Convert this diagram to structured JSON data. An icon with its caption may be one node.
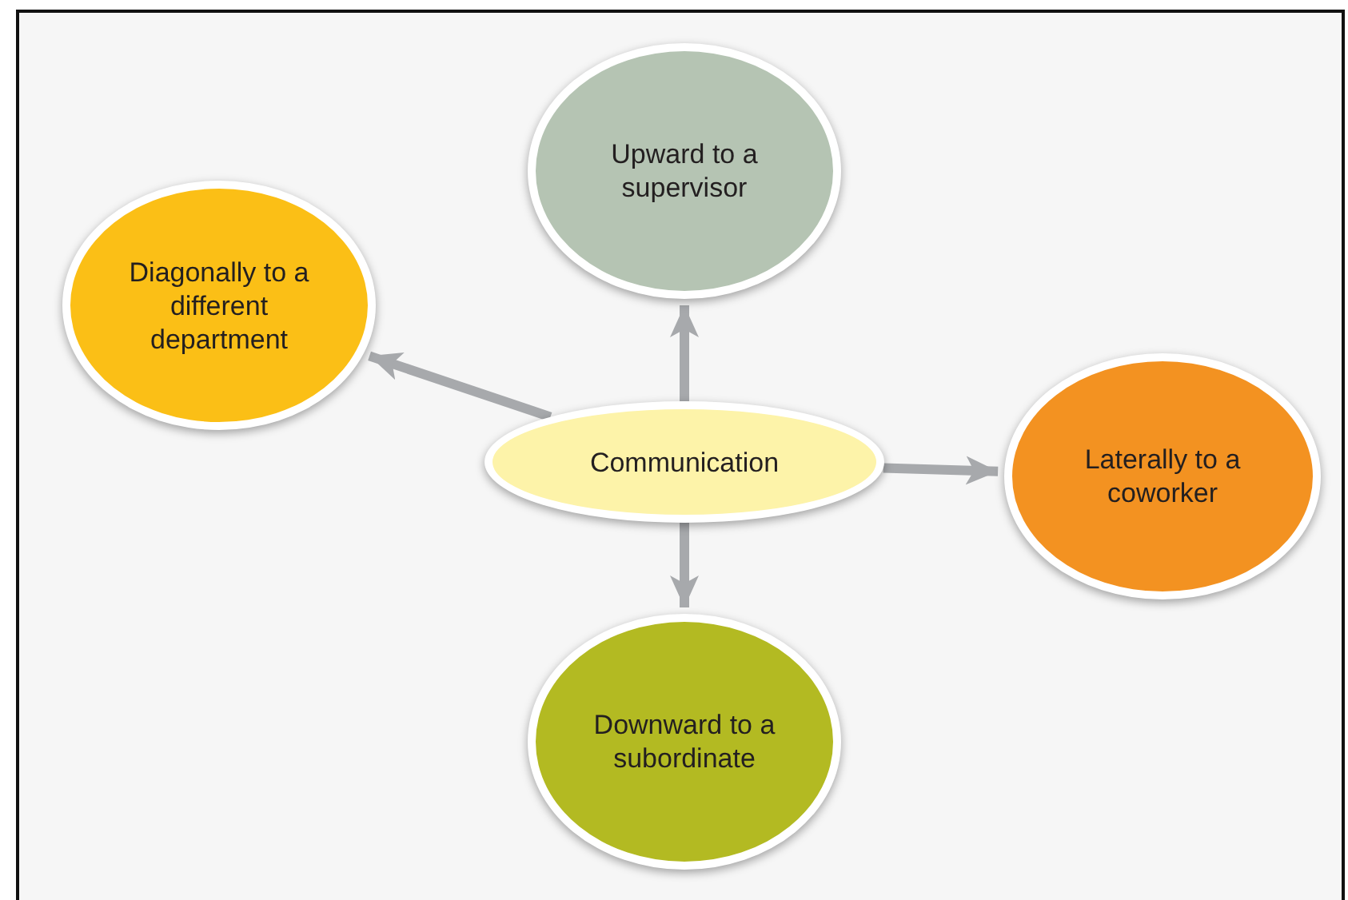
{
  "diagram": {
    "nodes": [
      {
        "text": [
          "Upward to a supervisor"
        ]
      },
      {
        "text": [
          "Diagonally to a different department"
        ]
      },
      {
        "text": [
          "Communication"
        ]
      },
      {
        "text": [
          "Laterally to a coworker"
        ]
      },
      {
        "text": [
          "Downward to a subordinate"
        ]
      }
    ],
    "edges": [
      {
        "from": 2,
        "to": 0,
        "arrow": "to"
      },
      {
        "from": 2,
        "to": 1,
        "arrow": "to"
      },
      {
        "from": 2,
        "to": 3,
        "arrow": "to"
      },
      {
        "from": 2,
        "to": 4,
        "arrow": "to"
      }
    ]
  }
}
